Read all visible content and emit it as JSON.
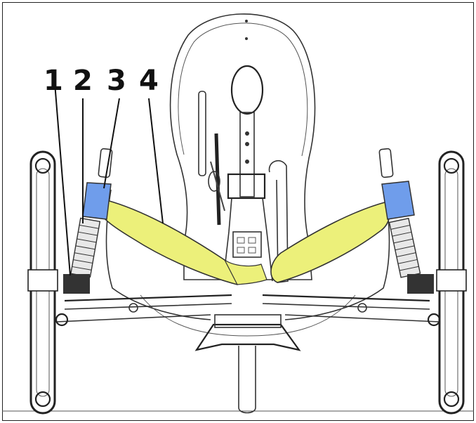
{
  "diagram": {
    "callouts": [
      {
        "id": "1",
        "label": "1"
      },
      {
        "id": "2",
        "label": "2"
      },
      {
        "id": "3",
        "label": "3"
      },
      {
        "id": "4",
        "label": "4"
      }
    ],
    "colors": {
      "seat_pad": "#ECF07A",
      "cuff": "#6F9DEB",
      "line": "#333333",
      "background": "#FFFFFF"
    }
  }
}
